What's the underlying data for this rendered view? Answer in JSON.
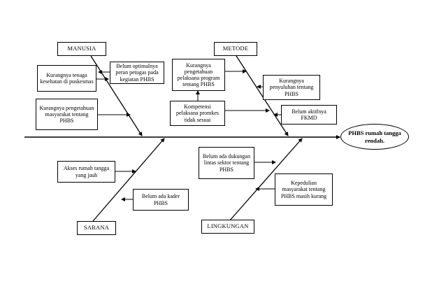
{
  "categories": {
    "manusia": "MANUSIA",
    "metode": "METODE",
    "sarana": "SARANA",
    "lingkungan": "LINGKUNGAN"
  },
  "effect": "PHBS rumah tangga rendah.",
  "causes": {
    "manusia": [
      "Kurangnya tenaga kesehatan di puskesmas",
      "Belum optimalnya peran petugas pada kegiatan PHBS",
      "Kurangnya pengetahuan masyarakat tentang PHBS"
    ],
    "metode": [
      "Kurangnya pengetahuan pelaksana program tentang PHBS",
      "Kompetensi pelaksana promkes tidak sesuai",
      "Kurangnya penyuluhan tentang PHBS",
      "Belum aktifnya FKMD"
    ],
    "sarana": [
      "Akses rumah tangga yang jauh",
      "Belum ada kader PHBS"
    ],
    "lingkungan": [
      "Belum ada dukungan lintas sektor tentang PHBS",
      "Kepedulian masyarakat tentang PHBS masih kurang"
    ]
  }
}
